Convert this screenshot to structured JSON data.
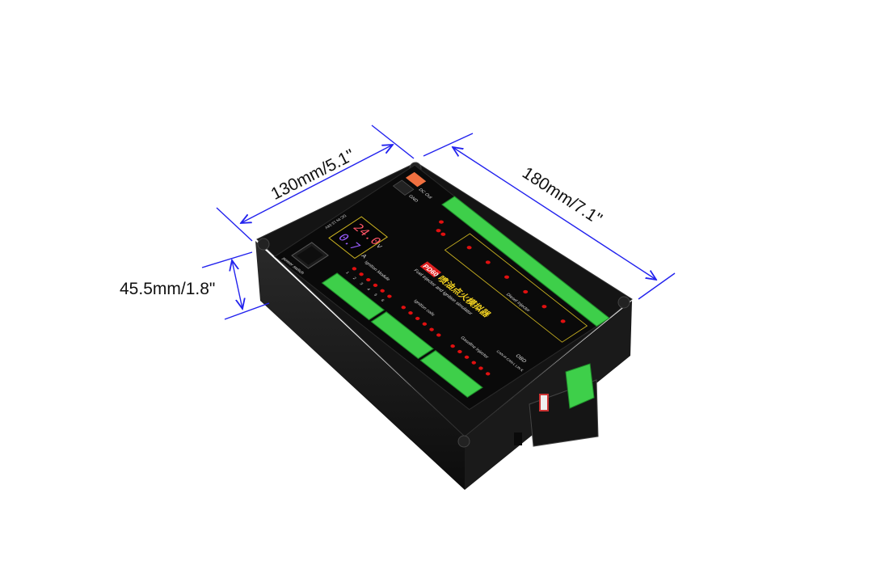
{
  "dimensions": {
    "width_label": "130mm/5.1\"",
    "length_label": "180mm/7.1\"",
    "height_label": "45.5mm/1.8\""
  },
  "device": {
    "brand_badge": "PD60",
    "title_cn": "喷油点火模拟器",
    "subtitle": "Fuel injector and ignition simulator",
    "power_input": "DC IN 12-24V",
    "voltage_reading": "24.0",
    "voltage_unit": "V",
    "current_reading": "0.7",
    "current_unit": "A",
    "power_switch": "power switch",
    "dc_out": "DC Out",
    "gnd": "GND",
    "ignition_module": "Ignition Module",
    "ignition_coils": "Ignition coils",
    "gasoline_injector": "Gasoline Injector",
    "diesel_injector": "Diesel Injector",
    "obd": "OBD",
    "obd_pins": "CAN-H CAN-L LIN K",
    "channels": [
      "1",
      "2",
      "3",
      "4",
      "5",
      "6"
    ]
  },
  "colors": {
    "dimension_line": "#2222ee",
    "case": "#111111",
    "terminal": "#3ecf4a",
    "led": "#e01010",
    "frame": "#c8b020"
  }
}
